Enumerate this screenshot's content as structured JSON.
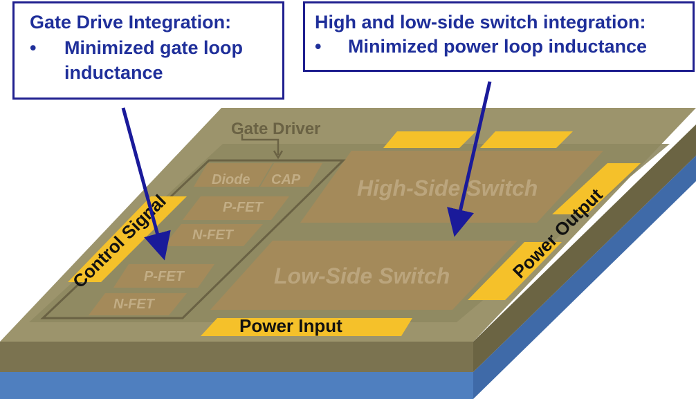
{
  "callouts": {
    "left": {
      "title": "Gate Drive Integration:",
      "bullet": "•",
      "items": [
        "Minimized gate loop inductance"
      ]
    },
    "right": {
      "title": "High and low-side switch integration:",
      "bullet": "•",
      "items": [
        "Minimized power loop inductance"
      ]
    }
  },
  "board": {
    "gate_driver": "Gate Driver",
    "control_signal": "Control Signal",
    "power_input": "Power Input",
    "power_output": "Power Output",
    "high_side_switch": "High-Side Switch",
    "low_side_switch": "Low-Side Switch",
    "driver_blocks": {
      "diode": "Diode",
      "cap": "CAP",
      "pfet_upper": "P-FET",
      "nfet_upper": "N-FET",
      "pfet_lower": "P-FET",
      "nfet_lower": "N-FET"
    }
  },
  "colors": {
    "callout_border": "#1f1f8f",
    "callout_text": "#1f2f9a",
    "arrow": "#1a1a9a",
    "board_top": "#9c946c",
    "board_front": "#7b7350",
    "substrate": "#4f7fbf",
    "pad": "#f5c12a",
    "switch_die": "#a48a5a"
  }
}
